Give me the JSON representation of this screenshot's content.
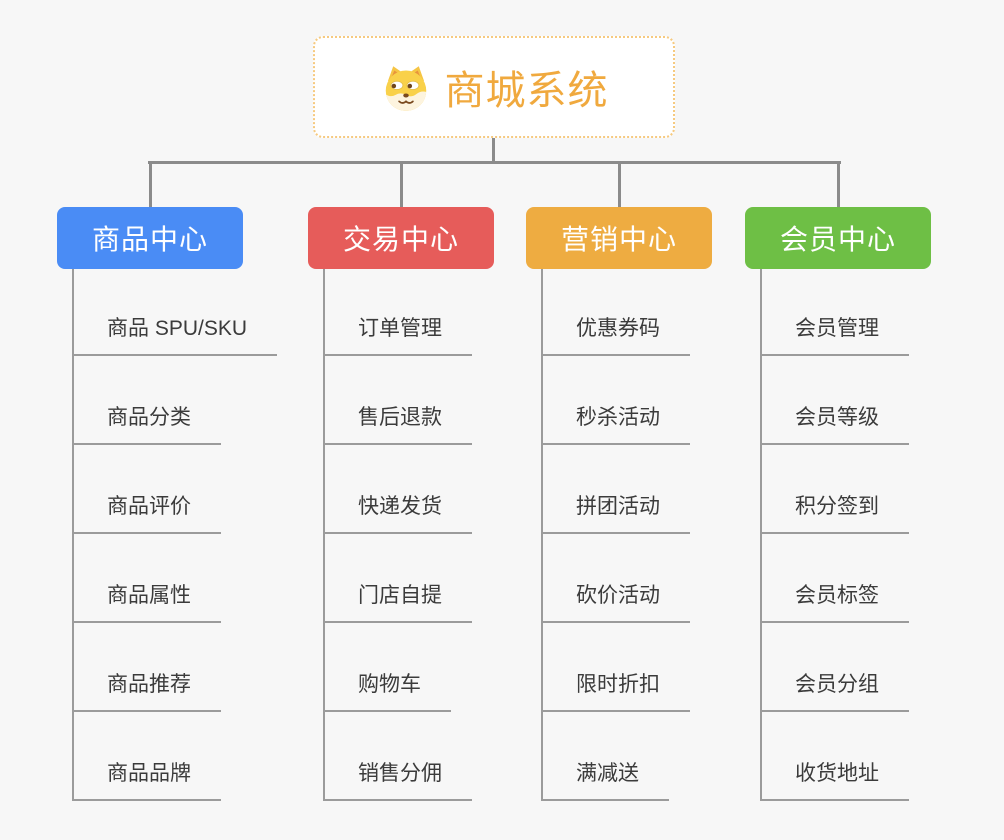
{
  "app": {
    "background": "#f7f7f7",
    "connector_color": "#8b8b8b"
  },
  "root": {
    "title": "商城系统",
    "icon": "dog-face-icon",
    "text_color": "#f0a93e",
    "border_color": "#f6ca80"
  },
  "branches": [
    {
      "label": "商品中心",
      "color": "#4a8cf5",
      "children": [
        "商品 SPU/SKU",
        "商品分类",
        "商品评价",
        "商品属性",
        "商品推荐",
        "商品品牌"
      ]
    },
    {
      "label": "交易中心",
      "color": "#e65c5a",
      "children": [
        "订单管理",
        "售后退款",
        "快递发货",
        "门店自提",
        "购物车",
        "销售分佣"
      ]
    },
    {
      "label": "营销中心",
      "color": "#eeac41",
      "children": [
        "优惠券码",
        "秒杀活动",
        "拼团活动",
        "砍价活动",
        "限时折扣",
        "满减送"
      ]
    },
    {
      "label": "会员中心",
      "color": "#6ebf45",
      "children": [
        "会员管理",
        "会员等级",
        "积分签到",
        "会员标签",
        "会员分组",
        "收货地址"
      ]
    }
  ]
}
